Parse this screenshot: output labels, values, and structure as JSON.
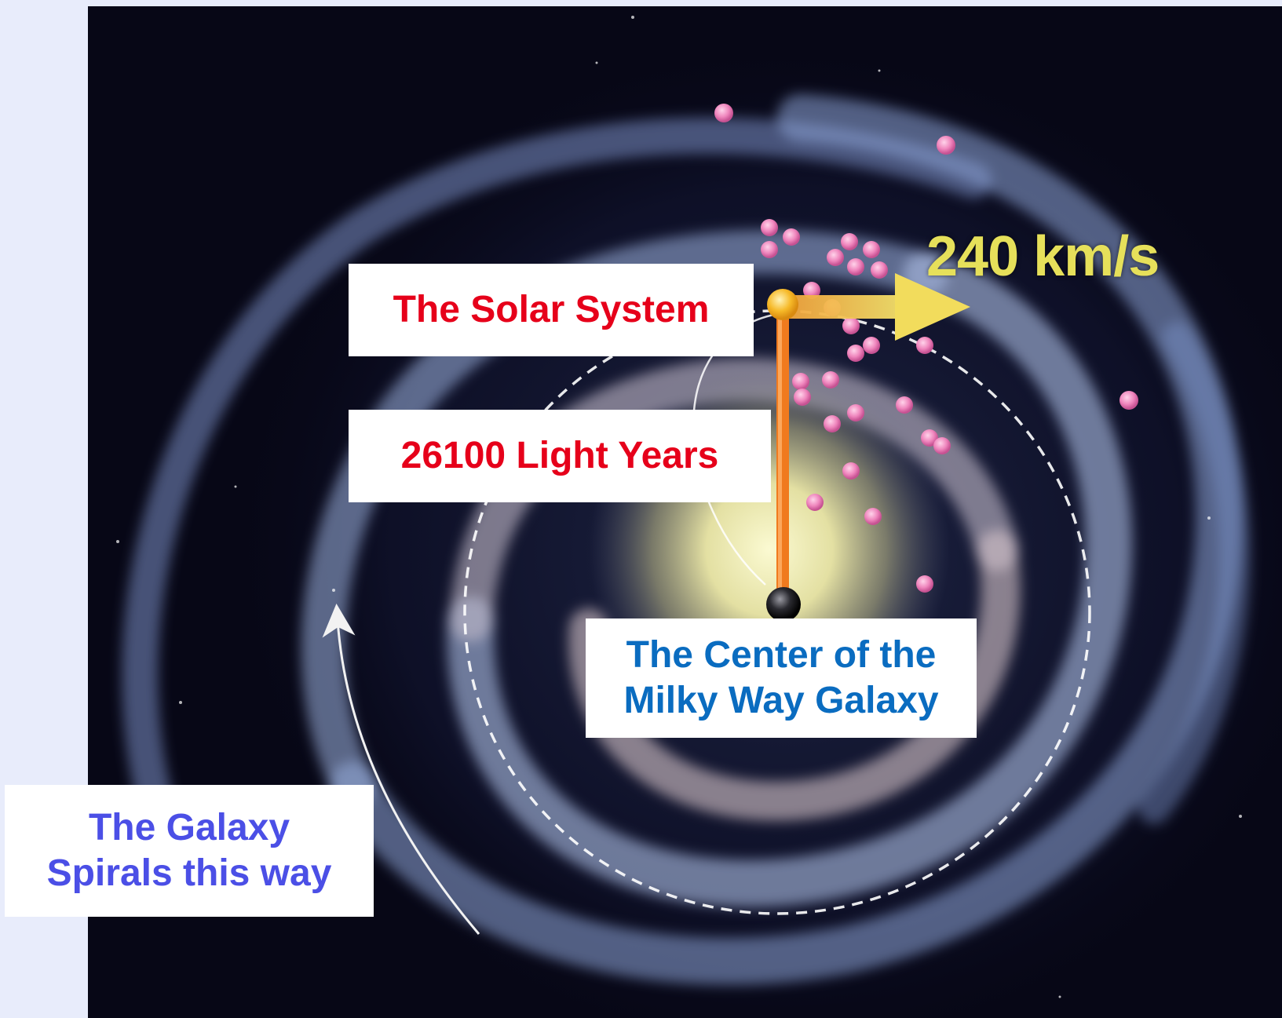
{
  "labels": {
    "solar_system": "The Solar System",
    "distance": "26100 Light Years",
    "center_line1": "The Center of the",
    "center_line2": "Milky Way Galaxy",
    "spiral_line1": "The Galaxy",
    "spiral_line2": "Spirals this way",
    "speed": "240 km/s"
  },
  "colors": {
    "space": "#070716",
    "margin_panel": "#e8ecfb",
    "solar_label": "#e6001a",
    "distance_label": "#e6001a",
    "center_label": "#0a6cc0",
    "spiral_label": "#4b4fe6",
    "speed_label": "#e6e05a",
    "radius_line": "#f07a1e",
    "solar_dot": "#f5b324",
    "nearby_stars": "#f08cc0",
    "galactic_core": "#f3f1b3",
    "spiral_arms": "#8aa7d6"
  },
  "icons": {
    "velocity_arrow": "right-arrow-icon",
    "rotation_arrow": "curved-up-arrow-icon",
    "sun_marker": "sun-dot-icon",
    "core_marker": "black-hole-dot-icon"
  }
}
